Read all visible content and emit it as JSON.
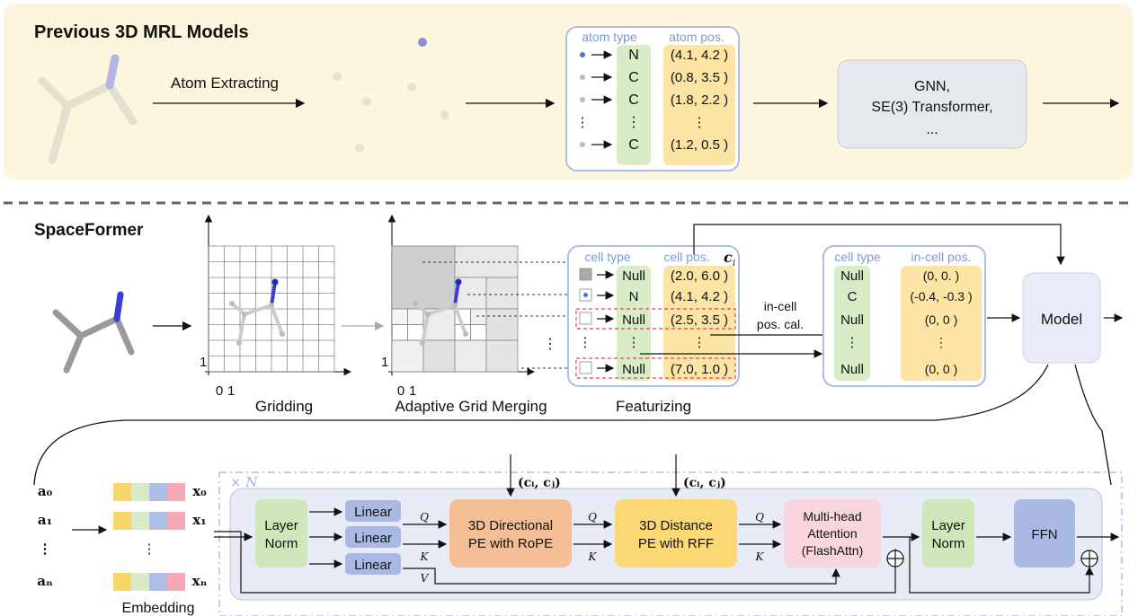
{
  "top": {
    "title": "Previous 3D MRL Models",
    "extract_label": "Atom Extracting",
    "table_header": {
      "type": "atom type",
      "pos": "atom pos."
    },
    "rows": [
      {
        "type": "N",
        "pos": "(4.1, 4.2 )"
      },
      {
        "type": "C",
        "pos": "(0.8, 3.5 )"
      },
      {
        "type": "C",
        "pos": "(1.8, 2.2 )"
      },
      {
        "type": "⋮",
        "pos": "⋮"
      },
      {
        "type": "C",
        "pos": "(1.2, 0.5 )"
      }
    ],
    "model_lines": [
      "GNN,",
      "SE(3) Transformer,",
      "..."
    ]
  },
  "mid": {
    "title": "SpaceFormer",
    "gridding_label": "Gridding",
    "merging_label": "Adaptive Grid Merging",
    "featurizing_label": "Featurizing",
    "axis": {
      "zero": "0",
      "one": "1"
    },
    "cell_header": {
      "type": "cell type",
      "pos": "cell pos.",
      "ci": "c",
      "ci_sub": "i"
    },
    "cells": [
      {
        "type": "Null",
        "pos": "(2.0, 6.0 )"
      },
      {
        "type": "N",
        "pos": "(4.1, 4.2 )"
      },
      {
        "type": "Null",
        "pos": "(2.5, 3.5 )"
      },
      {
        "type": "⋮",
        "pos": "⋮"
      },
      {
        "type": "Null",
        "pos": "(7.0, 1.0 )"
      }
    ],
    "incell_calc": [
      "in-cell",
      "pos. cal."
    ],
    "incell_header": {
      "type": "cell type",
      "pos": "in-cell pos."
    },
    "incell_rows": [
      {
        "type": "Null",
        "pos": "(0, 0. )"
      },
      {
        "type": "C",
        "pos": "(-0.4, -0.3 )"
      },
      {
        "type": "Null",
        "pos": "(0, 0 )"
      },
      {
        "type": "⋮",
        "pos": "⋮"
      },
      {
        "type": "Null",
        "pos": "(0, 0 )"
      }
    ],
    "model_label": "Model"
  },
  "bottom": {
    "inputs": [
      "a₀",
      "a₁",
      "⋮",
      "aₙ"
    ],
    "outputs": [
      "x₀",
      "x₁",
      "⋮",
      "xₙ"
    ],
    "embedding_label": "Embedding",
    "repeat": "× N",
    "layernorm": [
      "Layer",
      "Norm"
    ],
    "linear": "Linear",
    "q": "Q",
    "k": "K",
    "v": "V",
    "pe1": [
      "3D Directional",
      "PE with RoPE"
    ],
    "pe2": [
      "3D Distance",
      "PE with RFF"
    ],
    "pair": "(cᵢ, cⱼ)",
    "attn": [
      "Multi-head",
      "Attention",
      "(FlashAttn)"
    ],
    "ffn": "FFN",
    "embed_colors": [
      "#f9d66b",
      "#d9ecc8",
      "#aebde6",
      "#f3a9b6"
    ]
  }
}
